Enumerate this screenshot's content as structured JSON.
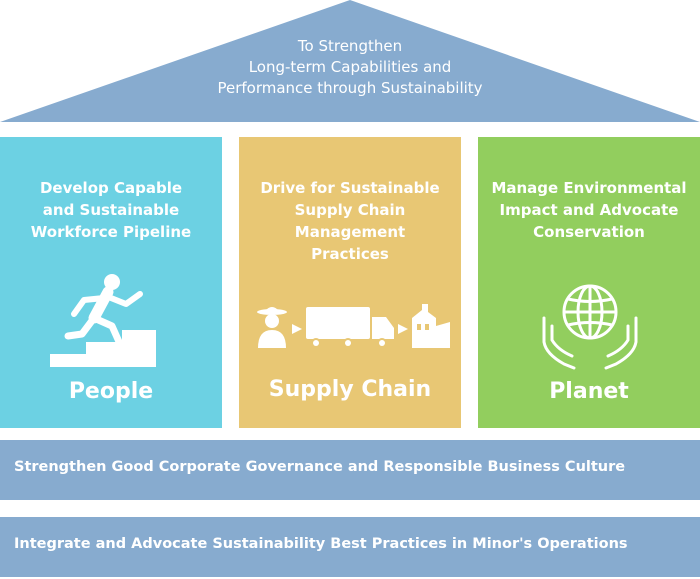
{
  "roof": {
    "lines": [
      "To Strengthen",
      "Long-term Capabilities and",
      "Performance through Sustainability"
    ]
  },
  "pillars": [
    {
      "title_lines": [
        "Develop Capable",
        "and Sustainable",
        "Workforce Pipeline"
      ],
      "label": "People",
      "icon": "running-up-stairs-icon",
      "color": "#6cd1e3"
    },
    {
      "title_lines": [
        "Drive for Sustainable",
        "Supply Chain",
        "Management",
        "Practices"
      ],
      "label": "Supply Chain",
      "icon": "farmer-truck-factory-icon",
      "color": "#e8c774"
    },
    {
      "title_lines": [
        "Manage Environmental",
        "Impact and Advocate",
        "Conservation"
      ],
      "label": "Planet",
      "icon": "globe-in-hands-icon",
      "color": "#92ce5e"
    }
  ],
  "foundation": [
    "Strengthen Good Corporate Governance and Responsible Business Culture",
    "Integrate and Advocate Sustainability Best Practices in Minor's Operations"
  ],
  "colors": {
    "roof": "#87abcf",
    "bands": "#87abcf"
  }
}
